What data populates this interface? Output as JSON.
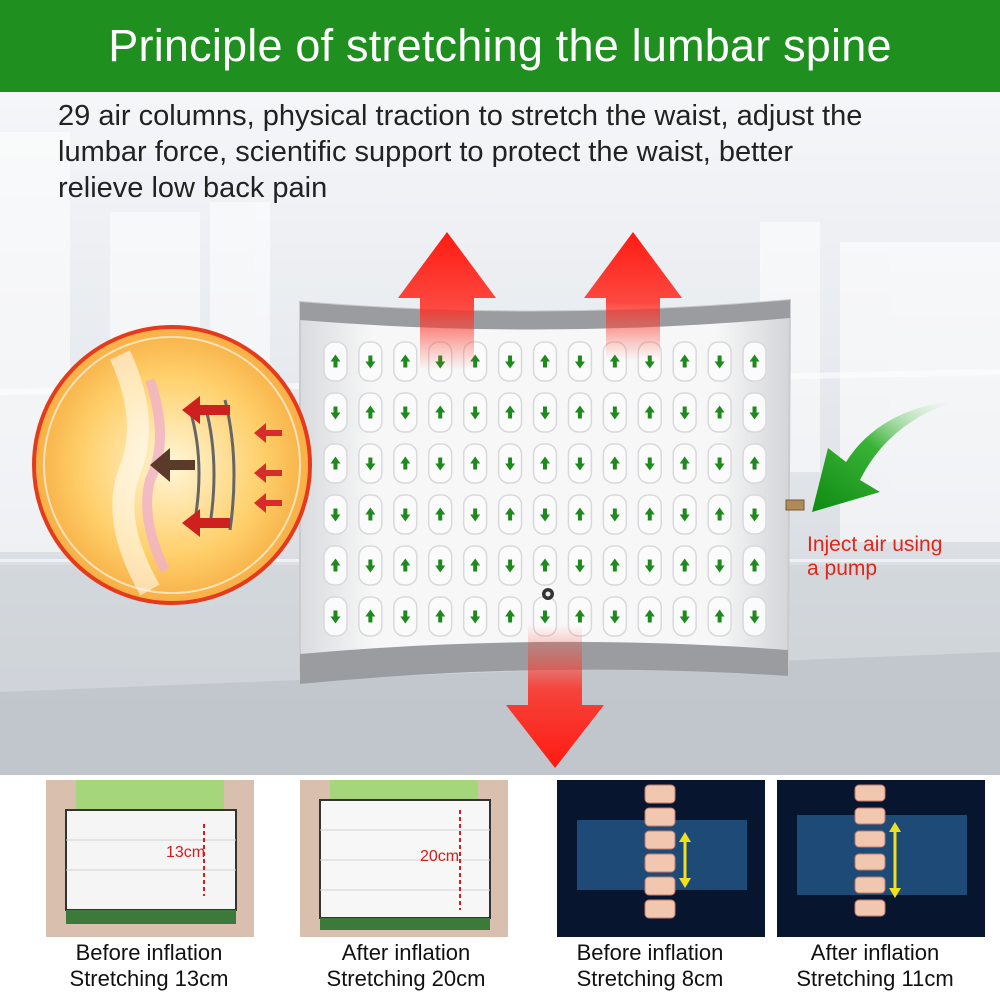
{
  "banner": {
    "title": "Principle of stretching the lumbar spine",
    "color": "#1f8f1f"
  },
  "description": {
    "lines": [
      "29 air columns, physical traction to stretch the waist, adjust the",
      "lumbar force, scientific support to protect the waist, better",
      "relieve low back pain"
    ]
  },
  "callout": {
    "lines": [
      "Inject air using",
      "a pump"
    ],
    "color": "#e0261b"
  },
  "comparisons": [
    {
      "measure": "13cm",
      "caption_top": "Before inflation",
      "caption_bottom": "Stretching 13cm"
    },
    {
      "measure": "20cm",
      "caption_top": "After inflation",
      "caption_bottom": "Stretching 20cm"
    },
    {
      "caption_top": "Before inflation",
      "caption_bottom": "Stretching 8cm"
    },
    {
      "caption_top": "After inflation",
      "caption_bottom": "Stretching 11cm"
    }
  ],
  "icons": [
    "stretch-up-arrow-icon",
    "stretch-down-arrow-icon",
    "pump-arrow-icon",
    "air-flow-arrow-icon"
  ]
}
